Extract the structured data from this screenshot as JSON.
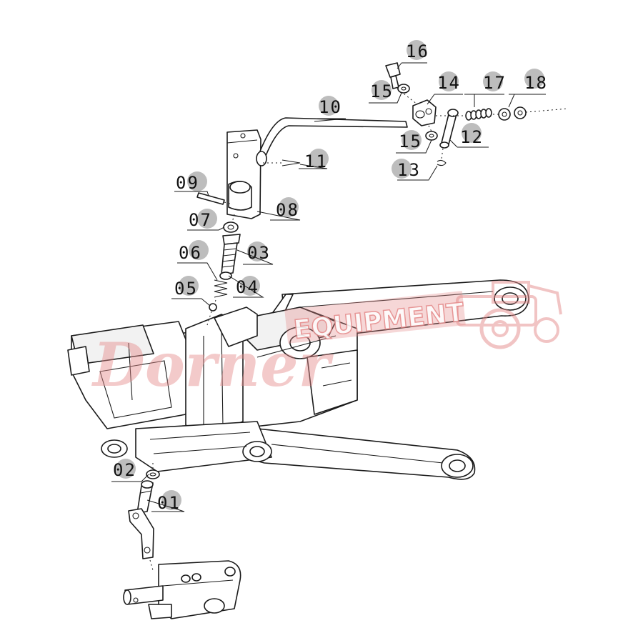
{
  "diagram": {
    "callouts": [
      {
        "id": "16",
        "label": "16"
      },
      {
        "id": "14",
        "label": "14"
      },
      {
        "id": "17",
        "label": "17"
      },
      {
        "id": "18",
        "label": "18"
      },
      {
        "id": "15a",
        "label": "15"
      },
      {
        "id": "10",
        "label": "10"
      },
      {
        "id": "15b",
        "label": "15"
      },
      {
        "id": "12",
        "label": "12"
      },
      {
        "id": "11",
        "label": "11"
      },
      {
        "id": "13",
        "label": "13"
      },
      {
        "id": "09",
        "label": "09"
      },
      {
        "id": "08",
        "label": "08"
      },
      {
        "id": "07",
        "label": "07"
      },
      {
        "id": "06",
        "label": "06"
      },
      {
        "id": "03",
        "label": "03"
      },
      {
        "id": "05",
        "label": "05"
      },
      {
        "id": "04",
        "label": "04"
      },
      {
        "id": "02",
        "label": "02"
      },
      {
        "id": "01",
        "label": "01"
      }
    ]
  },
  "watermark": {
    "text_script": "Dorner",
    "text_block": "EQUIPMENT",
    "color": "#e58b8b"
  },
  "colors": {
    "line": "#1a1a1a",
    "badge": "#bdbdbd",
    "background": "#ffffff"
  }
}
